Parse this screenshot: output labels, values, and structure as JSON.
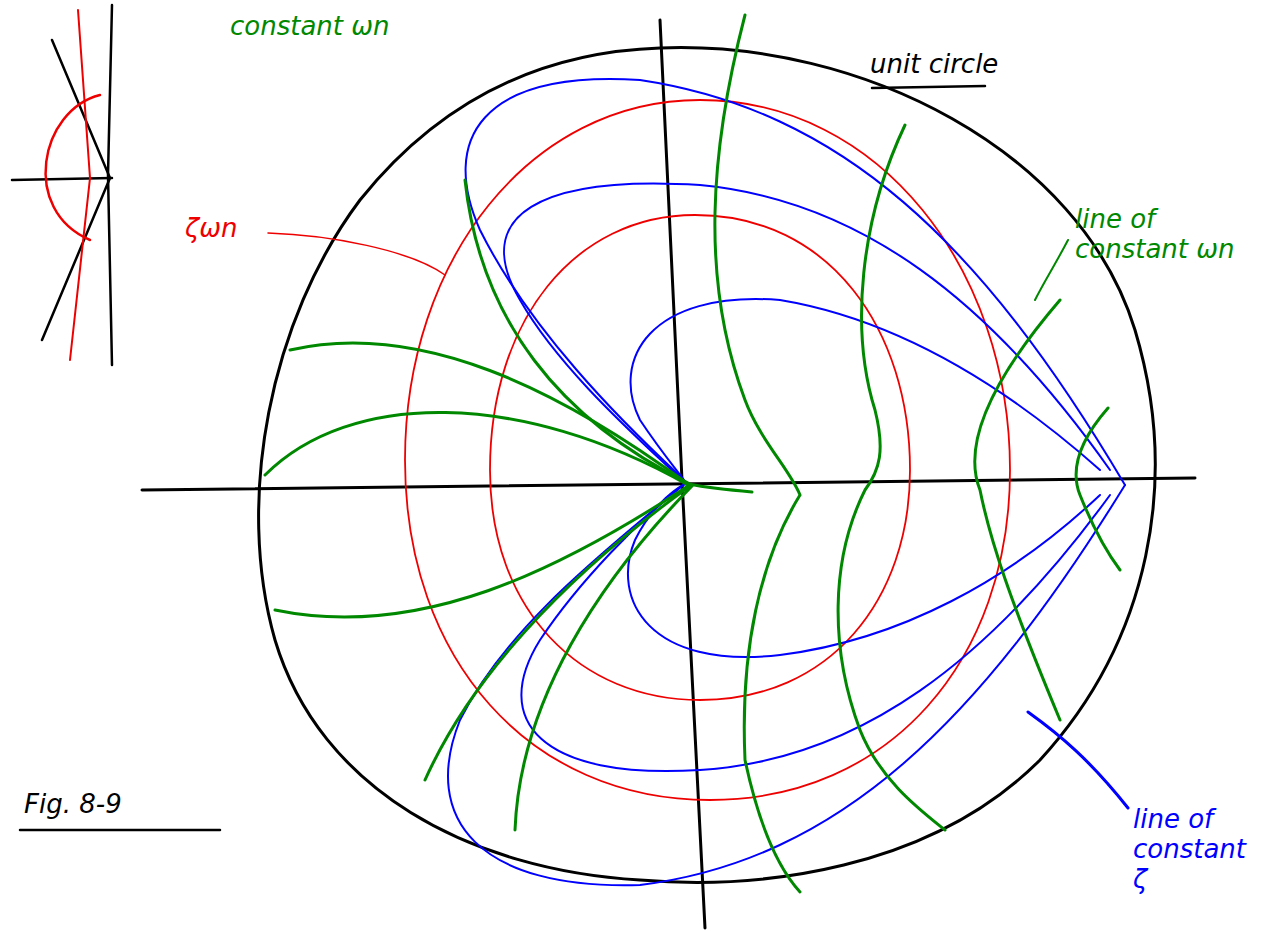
{
  "diagram": {
    "labels": [
      "constant ωn",
      "unit circle",
      "ζωn",
      "line of constant ωn",
      "line of constant ζ",
      "Fig. 8-9"
    ]
  }
}
